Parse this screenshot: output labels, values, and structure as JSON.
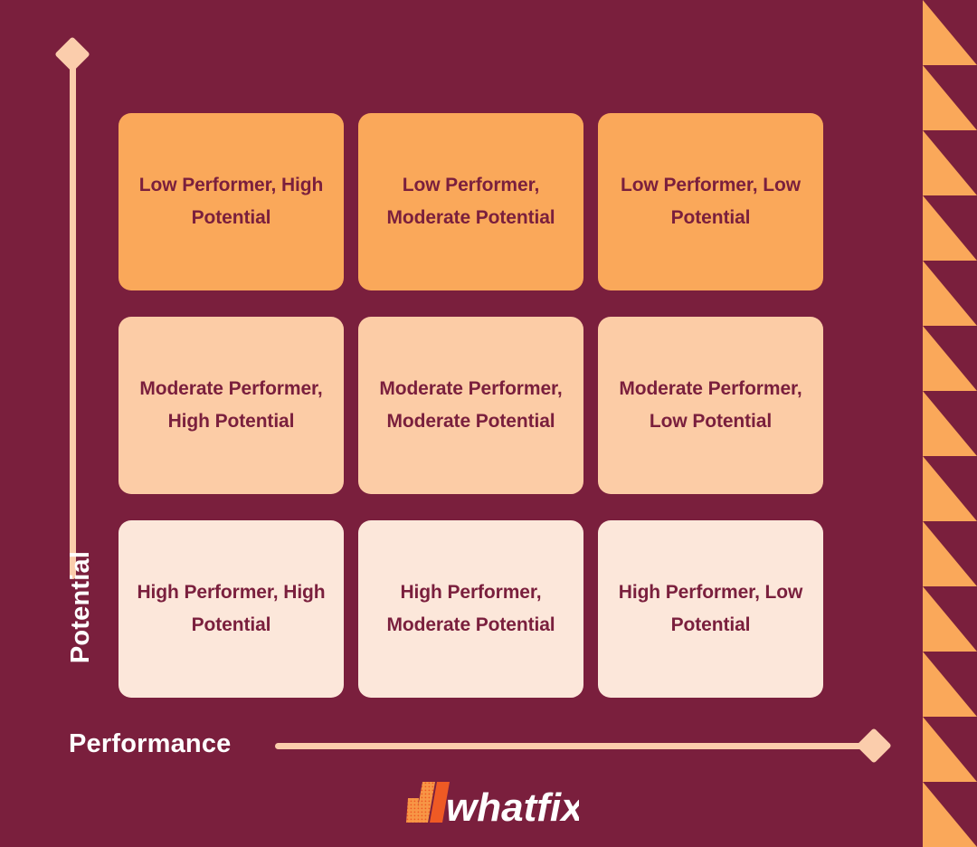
{
  "colors": {
    "background": "#7A1F3D",
    "axis": "#FBCDAC",
    "axis_label_text": "#FFFFFF",
    "cell_text": "#7A1F3D",
    "row_low_bg": "#FAA85A",
    "row_moderate_bg": "#FCCCA6",
    "row_high_bg": "#FCE7DA",
    "accent_orange": "#FAA85A",
    "logo_orange_light": "#F79646",
    "logo_orange_dark": "#EF5A24",
    "logo_text": "#FFFFFF"
  },
  "axes": {
    "y_label": "Potential",
    "x_label": "Performance"
  },
  "matrix": {
    "cells": [
      {
        "label": "Low Performer, High Potential",
        "row": "low",
        "column": "high-potential"
      },
      {
        "label": "Low Performer, Moderate Potential",
        "row": "low",
        "column": "moderate-potential"
      },
      {
        "label": "Low Performer, Low Potential",
        "row": "low",
        "column": "low-potential"
      },
      {
        "label": "Moderate Performer, High Potential",
        "row": "moderate",
        "column": "high-potential"
      },
      {
        "label": "Moderate Performer, Moderate Potential",
        "row": "moderate",
        "column": "moderate-potential"
      },
      {
        "label": "Moderate Performer, Low Potential",
        "row": "moderate",
        "column": "low-potential"
      },
      {
        "label": "High Performer, High Potential",
        "row": "high",
        "column": "high-potential"
      },
      {
        "label": "High Performer, Moderate Potential",
        "row": "high",
        "column": "moderate-potential"
      },
      {
        "label": "High Performer, Low Potential",
        "row": "high",
        "column": "low-potential"
      }
    ]
  },
  "branding": {
    "logo_text": "whatfix"
  },
  "decor": {
    "triangle_count": 13
  }
}
